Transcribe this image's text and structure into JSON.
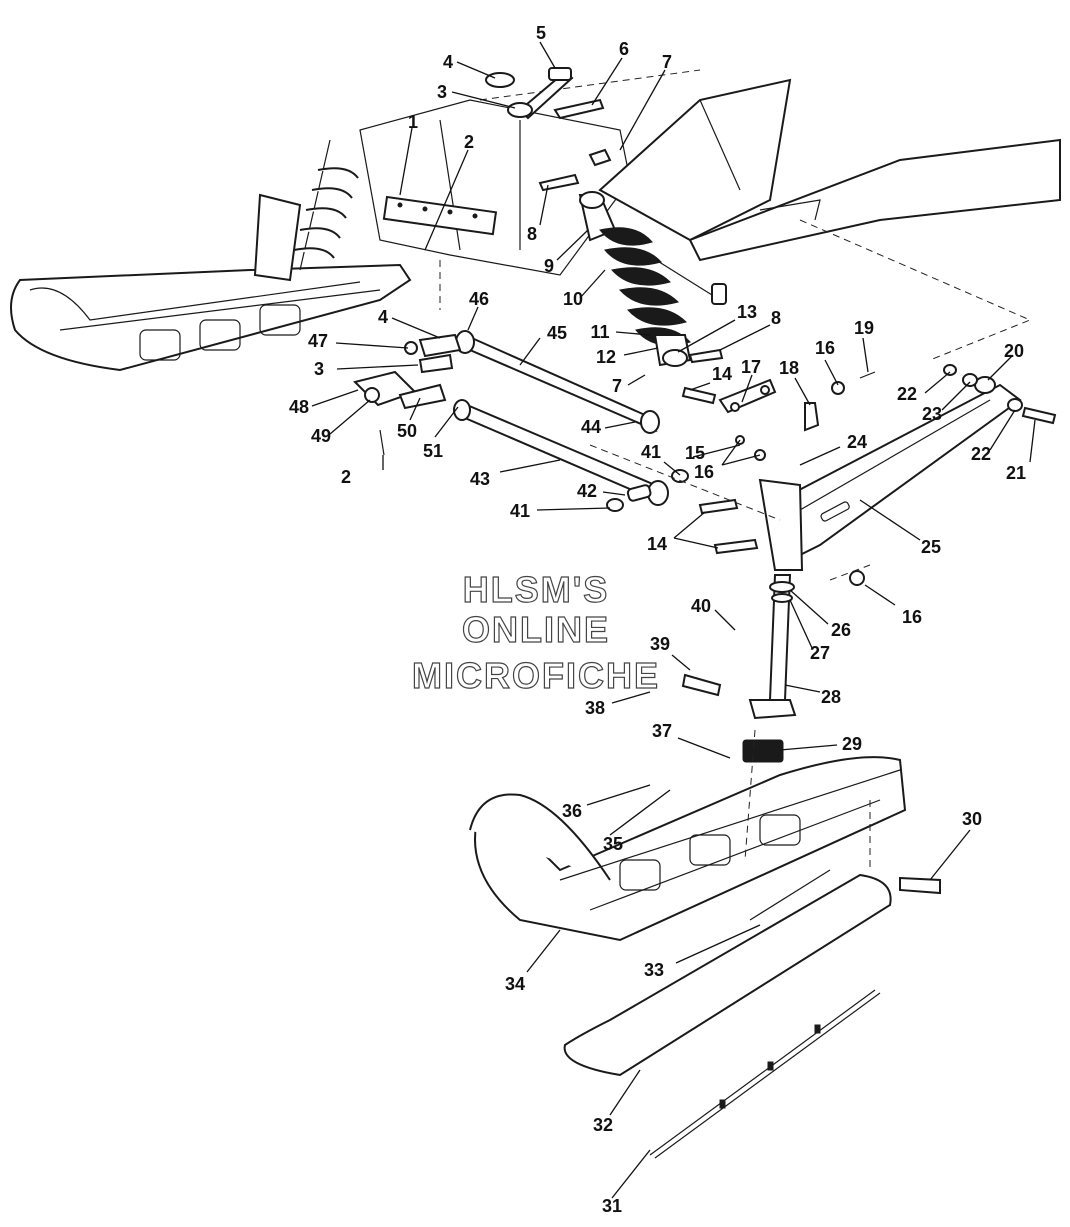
{
  "watermark": [
    "HLSM'S",
    "ONLINE",
    "MICROFICHE"
  ],
  "callouts": [
    {
      "id": "c1",
      "label": "1"
    },
    {
      "id": "c2a",
      "label": "2"
    },
    {
      "id": "c2b",
      "label": "2"
    },
    {
      "id": "c3a",
      "label": "3"
    },
    {
      "id": "c3b",
      "label": "3"
    },
    {
      "id": "c4a",
      "label": "4"
    },
    {
      "id": "c4b",
      "label": "4"
    },
    {
      "id": "c5",
      "label": "5"
    },
    {
      "id": "c6",
      "label": "6"
    },
    {
      "id": "c7a",
      "label": "7"
    },
    {
      "id": "c7b",
      "label": "7"
    },
    {
      "id": "c8a",
      "label": "8"
    },
    {
      "id": "c8b",
      "label": "8"
    },
    {
      "id": "c9",
      "label": "9"
    },
    {
      "id": "c10",
      "label": "10"
    },
    {
      "id": "c11",
      "label": "11"
    },
    {
      "id": "c12",
      "label": "12"
    },
    {
      "id": "c13",
      "label": "13"
    },
    {
      "id": "c14a",
      "label": "14"
    },
    {
      "id": "c14b",
      "label": "14"
    },
    {
      "id": "c15",
      "label": "15"
    },
    {
      "id": "c16a",
      "label": "16"
    },
    {
      "id": "c16b",
      "label": "16"
    },
    {
      "id": "c16c",
      "label": "16"
    },
    {
      "id": "c17",
      "label": "17"
    },
    {
      "id": "c18",
      "label": "18"
    },
    {
      "id": "c19",
      "label": "19"
    },
    {
      "id": "c20",
      "label": "20"
    },
    {
      "id": "c21",
      "label": "21"
    },
    {
      "id": "c22a",
      "label": "22"
    },
    {
      "id": "c22b",
      "label": "22"
    },
    {
      "id": "c23",
      "label": "23"
    },
    {
      "id": "c24",
      "label": "24"
    },
    {
      "id": "c25",
      "label": "25"
    },
    {
      "id": "c26",
      "label": "26"
    },
    {
      "id": "c27",
      "label": "27"
    },
    {
      "id": "c28",
      "label": "28"
    },
    {
      "id": "c29",
      "label": "29"
    },
    {
      "id": "c30",
      "label": "30"
    },
    {
      "id": "c31",
      "label": "31"
    },
    {
      "id": "c32",
      "label": "32"
    },
    {
      "id": "c33",
      "label": "33"
    },
    {
      "id": "c34",
      "label": "34"
    },
    {
      "id": "c35",
      "label": "35"
    },
    {
      "id": "c36",
      "label": "36"
    },
    {
      "id": "c37",
      "label": "37"
    },
    {
      "id": "c38",
      "label": "38"
    },
    {
      "id": "c39",
      "label": "39"
    },
    {
      "id": "c40",
      "label": "40"
    },
    {
      "id": "c41a",
      "label": "41"
    },
    {
      "id": "c41b",
      "label": "41"
    },
    {
      "id": "c42",
      "label": "42"
    },
    {
      "id": "c43",
      "label": "43"
    },
    {
      "id": "c44",
      "label": "44"
    },
    {
      "id": "c45",
      "label": "45"
    },
    {
      "id": "c46",
      "label": "46"
    },
    {
      "id": "c47",
      "label": "47"
    },
    {
      "id": "c48",
      "label": "48"
    },
    {
      "id": "c49",
      "label": "49"
    },
    {
      "id": "c50",
      "label": "50"
    },
    {
      "id": "c51",
      "label": "51"
    }
  ]
}
